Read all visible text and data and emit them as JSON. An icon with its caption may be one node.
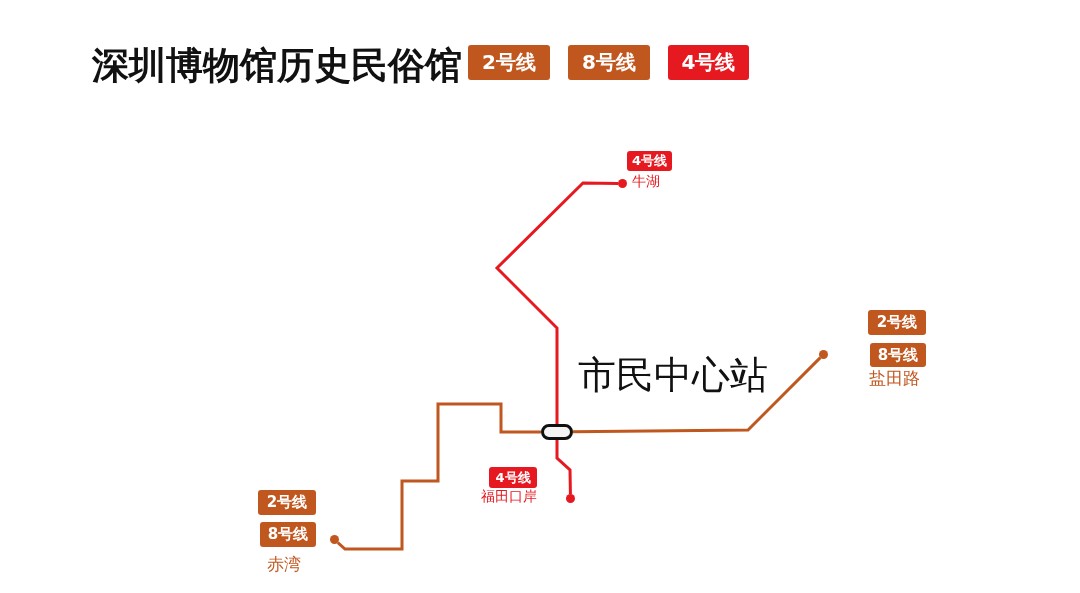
{
  "diagram": {
    "title": "深圳博物馆历史民俗馆",
    "nodes": [
      {
        "text": [
          "2号线"
        ]
      },
      {
        "text": [
          "8号线"
        ]
      },
      {
        "text": [
          "4号线"
        ]
      },
      {
        "text": [],
        "shape": "box",
        "beside": [
          "市民中心站"
        ]
      },
      {
        "text": [],
        "shape": "circle"
      },
      {
        "text": [
          "4号线"
        ]
      },
      {
        "text": [],
        "shape": "circle"
      },
      {
        "text": [
          "4号线"
        ]
      },
      {
        "text": [],
        "shape": "circle"
      },
      {
        "text": [
          "2号线"
        ]
      },
      {
        "text": [
          "8号线"
        ]
      },
      {
        "text": [],
        "shape": "circle"
      },
      {
        "text": [
          "2号线"
        ]
      },
      {
        "text": [
          "8号线"
        ]
      }
    ],
    "edges": [
      {
        "from": 3,
        "to": 4,
        "arrow": "none",
        "color": "#e5191f"
      },
      {
        "from": 3,
        "to": 6,
        "arrow": "none",
        "color": "#e5191f"
      },
      {
        "from": 3,
        "to": 8,
        "arrow": "none",
        "color": "#c0571e"
      },
      {
        "from": 3,
        "to": 11,
        "arrow": "none",
        "color": "#c0571e"
      }
    ],
    "labels": [
      "牛湖",
      "盐田路",
      "福田口岸",
      "赤湾"
    ]
  }
}
